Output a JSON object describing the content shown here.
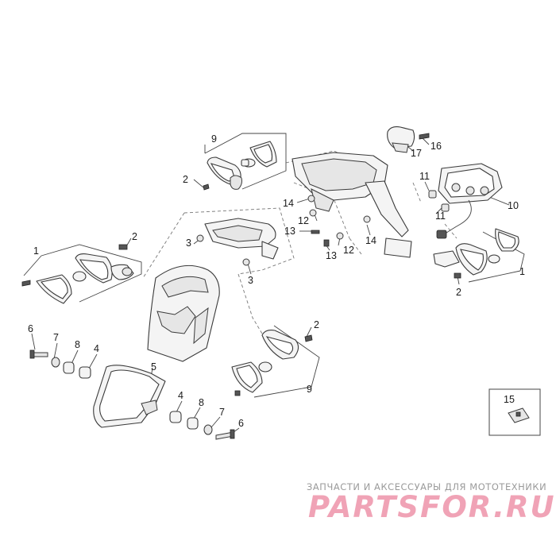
{
  "diagram": {
    "callouts": {
      "c1a": "1",
      "c1b": "1",
      "c2a": "2",
      "c2b": "2",
      "c2c": "2",
      "c2d": "2",
      "c3a": "3",
      "c3b": "3",
      "c4a": "4",
      "c4b": "4",
      "c5": "5",
      "c6a": "6",
      "c6b": "6",
      "c7a": "7",
      "c7b": "7",
      "c8a": "8",
      "c8b": "8",
      "c9a": "9",
      "c9b": "9",
      "c10": "10",
      "c11a": "11",
      "c11b": "11",
      "c12a": "12",
      "c12b": "12",
      "c13a": "13",
      "c13b": "13",
      "c14a": "14",
      "c14b": "14",
      "c15": "15",
      "c16": "16",
      "c17": "17"
    }
  },
  "watermark": {
    "caption": "ЗАПЧАСТИ И АКСЕССУАРЫ ДЛЯ МОТОТЕХНИКИ",
    "brand": "PARTSFOR.RU"
  }
}
